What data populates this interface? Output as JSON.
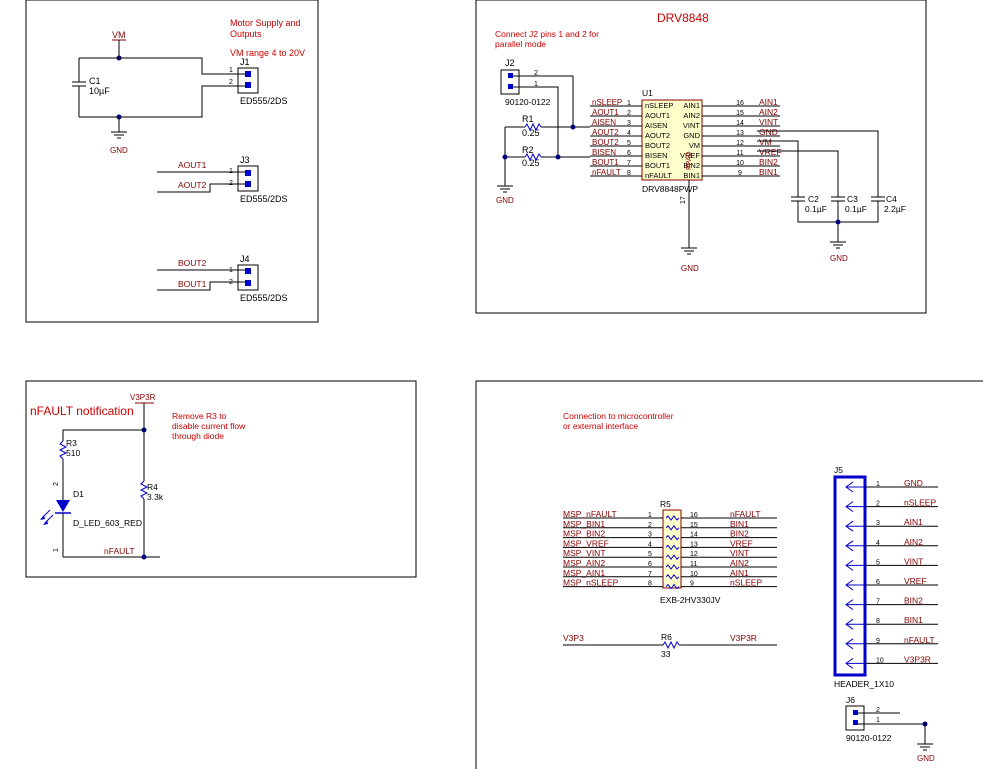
{
  "colors": {
    "frame": "#000000",
    "wire": "#000000",
    "pin": "#000000",
    "note": "#cc0000",
    "label": "#880000",
    "ref": "#000000",
    "component": "#0000cc",
    "chip_fill": "#ffffcc",
    "chip_border": "#880000",
    "junction": "#000080"
  },
  "motor": {
    "note1": "Motor Supply and",
    "note2": "Outputs",
    "note3": "VM range 4 to 20V",
    "vm": "VM",
    "gnd": "GND",
    "c1_ref": "C1",
    "c1_val": "10µF",
    "j1": "J1",
    "j3": "J3",
    "j4": "J4",
    "conn_part": "ED555/2DS",
    "pin1": "1",
    "pin2": "2",
    "aout1": "AOUT1",
    "aout2": "AOUT2",
    "bout2": "BOUT2",
    "bout1": "BOUT1"
  },
  "drv": {
    "title": "DRV8848",
    "note1": "Connect J2 pins 1 and 2 for",
    "note2": "parallel mode",
    "j2": "J2",
    "j2_part": "90120-0122",
    "j2_p2": "2",
    "j2_p1": "1",
    "u1": "U1",
    "part": "DRV8848PWP",
    "pad_label": "PPAD",
    "pad_pin": "17",
    "r1": "R1",
    "r1_val": "0.25",
    "r2": "R2",
    "r2_val": "0.25",
    "gnd": "GND",
    "c2": "C2",
    "c2_val": "0.1µF",
    "c3": "C3",
    "c3_val": "0.1µF",
    "c4": "C4",
    "c4_val": "2.2µF",
    "left_nets": [
      "nSLEEP",
      "AOUT1",
      "AISEN",
      "AOUT2",
      "BOUT2",
      "BISEN",
      "BOUT1",
      "nFAULT"
    ],
    "left_pins": [
      "nSLEEP",
      "AOUT1",
      "AISEN",
      "AOUT2",
      "BOUT2",
      "BISEN",
      "BOUT1",
      "nFAULT"
    ],
    "left_nums": [
      "1",
      "2",
      "3",
      "4",
      "5",
      "6",
      "7",
      "8"
    ],
    "right_pins": [
      "AIN1",
      "AIN2",
      "VINT",
      "GND",
      "VM",
      "VREF",
      "BIN2",
      "BIN1"
    ],
    "right_nums": [
      "16",
      "15",
      "14",
      "13",
      "12",
      "11",
      "10",
      "9"
    ],
    "right_nets": [
      "AIN1",
      "AIN2",
      "VINT",
      "GND",
      "VM",
      "VREF",
      "BIN2",
      "BIN1"
    ]
  },
  "nfault": {
    "title": "nFAULT notification",
    "note1": "Remove R3 to",
    "note2": "disable current flow",
    "note3": "through diode",
    "v3p3r": "V3P3R",
    "r3": "R3",
    "r3_val": "510",
    "r4": "R4",
    "r4_val": "3.3k",
    "d1": "D1",
    "d1_part": "D_LED_603_RED",
    "d_pin2": "2",
    "d_pin1": "1",
    "net": "nFAULT"
  },
  "mcu": {
    "note1": "Connection to microcontroller",
    "note2": "or external interface",
    "r5": "R5",
    "r5_part": "EXB-2HV330JV",
    "left_nets": [
      "MSP_nFAULT",
      "MSP_BIN1",
      "MSP_BIN2",
      "MSP_VREF",
      "MSP_VINT",
      "MSP_AIN2",
      "MSP_AIN1",
      "MSP_nSLEEP"
    ],
    "left_nums": [
      "1",
      "2",
      "3",
      "4",
      "5",
      "6",
      "7",
      "8"
    ],
    "right_nums": [
      "16",
      "15",
      "14",
      "13",
      "12",
      "11",
      "10",
      "9"
    ],
    "right_nets": [
      "nFAULT",
      "BIN1",
      "BIN2",
      "VREF",
      "VINT",
      "AIN2",
      "AIN1",
      "nSLEEP"
    ],
    "v3p3": "V3P3",
    "r6": "R6",
    "r6_val": "33",
    "v3p3r": "V3P3R",
    "j5": "J5",
    "j5_part": "HEADER_1X10",
    "j5_nums": [
      "1",
      "2",
      "3",
      "4",
      "5",
      "6",
      "7",
      "8",
      "9",
      "10"
    ],
    "j5_nets": [
      "GND",
      "nSLEEP",
      "AIN1",
      "AIN2",
      "VINT",
      "VREF",
      "BIN2",
      "BIN1",
      "nFAULT",
      "V3P3R"
    ],
    "j6": "J6",
    "j6_part": "90120-0122",
    "j6_p2": "2",
    "j6_p1": "1",
    "gnd": "GND"
  }
}
